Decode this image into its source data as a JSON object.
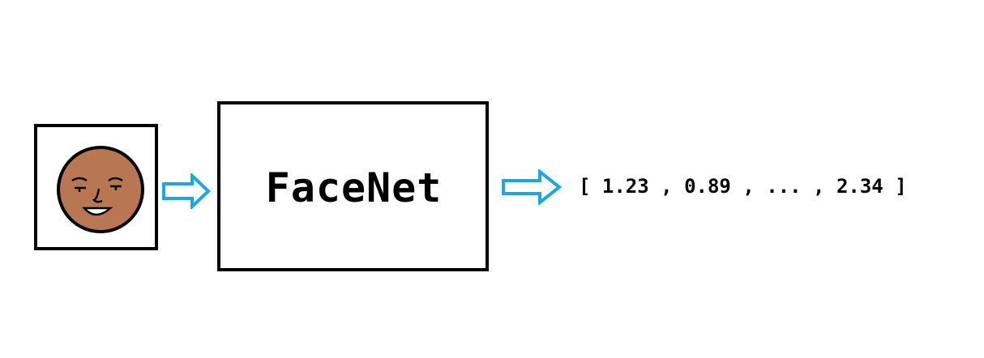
{
  "model": {
    "label": "FaceNet"
  },
  "input": {
    "icon": "face-icon",
    "skin_color": "#b87752"
  },
  "arrows": {
    "icon": "right-arrow-icon",
    "color": "#1ea6e3"
  },
  "embedding": {
    "open_bracket": "[",
    "v1": "1.23",
    "sep1": ",",
    "v2": "0.89",
    "sep2": ",",
    "ellipsis": "...",
    "sep3": ",",
    "v3": "2.34",
    "close_bracket": "]"
  }
}
